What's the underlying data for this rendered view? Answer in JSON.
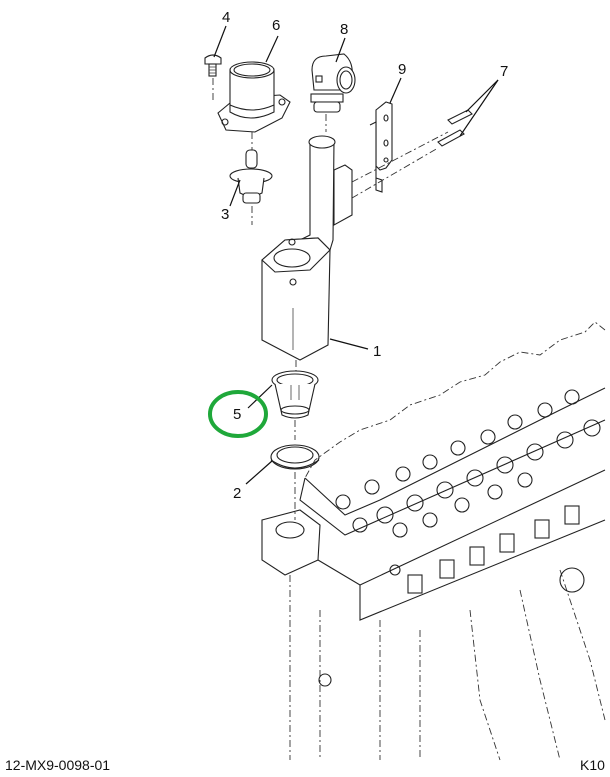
{
  "diagram": {
    "type": "exploded-parts-view",
    "subject": "Engine thermostat housing / coolant outlet assembly on cylinder head",
    "callouts": [
      {
        "id": "1",
        "label": "1",
        "part": "thermostat housing body"
      },
      {
        "id": "2",
        "label": "2",
        "part": "seal ring / gasket"
      },
      {
        "id": "3",
        "label": "3",
        "part": "thermostat"
      },
      {
        "id": "4",
        "label": "4",
        "part": "bolt"
      },
      {
        "id": "5",
        "label": "5",
        "part": "screen / strainer",
        "highlighted": true
      },
      {
        "id": "6",
        "label": "6",
        "part": "outlet housing / water neck"
      },
      {
        "id": "7",
        "label": "7",
        "part": "bolts (2)"
      },
      {
        "id": "8",
        "label": "8",
        "part": "elbow fitting"
      },
      {
        "id": "9",
        "label": "9",
        "part": "bracket"
      }
    ],
    "highlight": {
      "callout": "5",
      "color": "#1fa83a",
      "shape": "circle"
    }
  },
  "footer": {
    "drawing_number": "12-MX9-0098-01",
    "sheet_code": "K10"
  }
}
